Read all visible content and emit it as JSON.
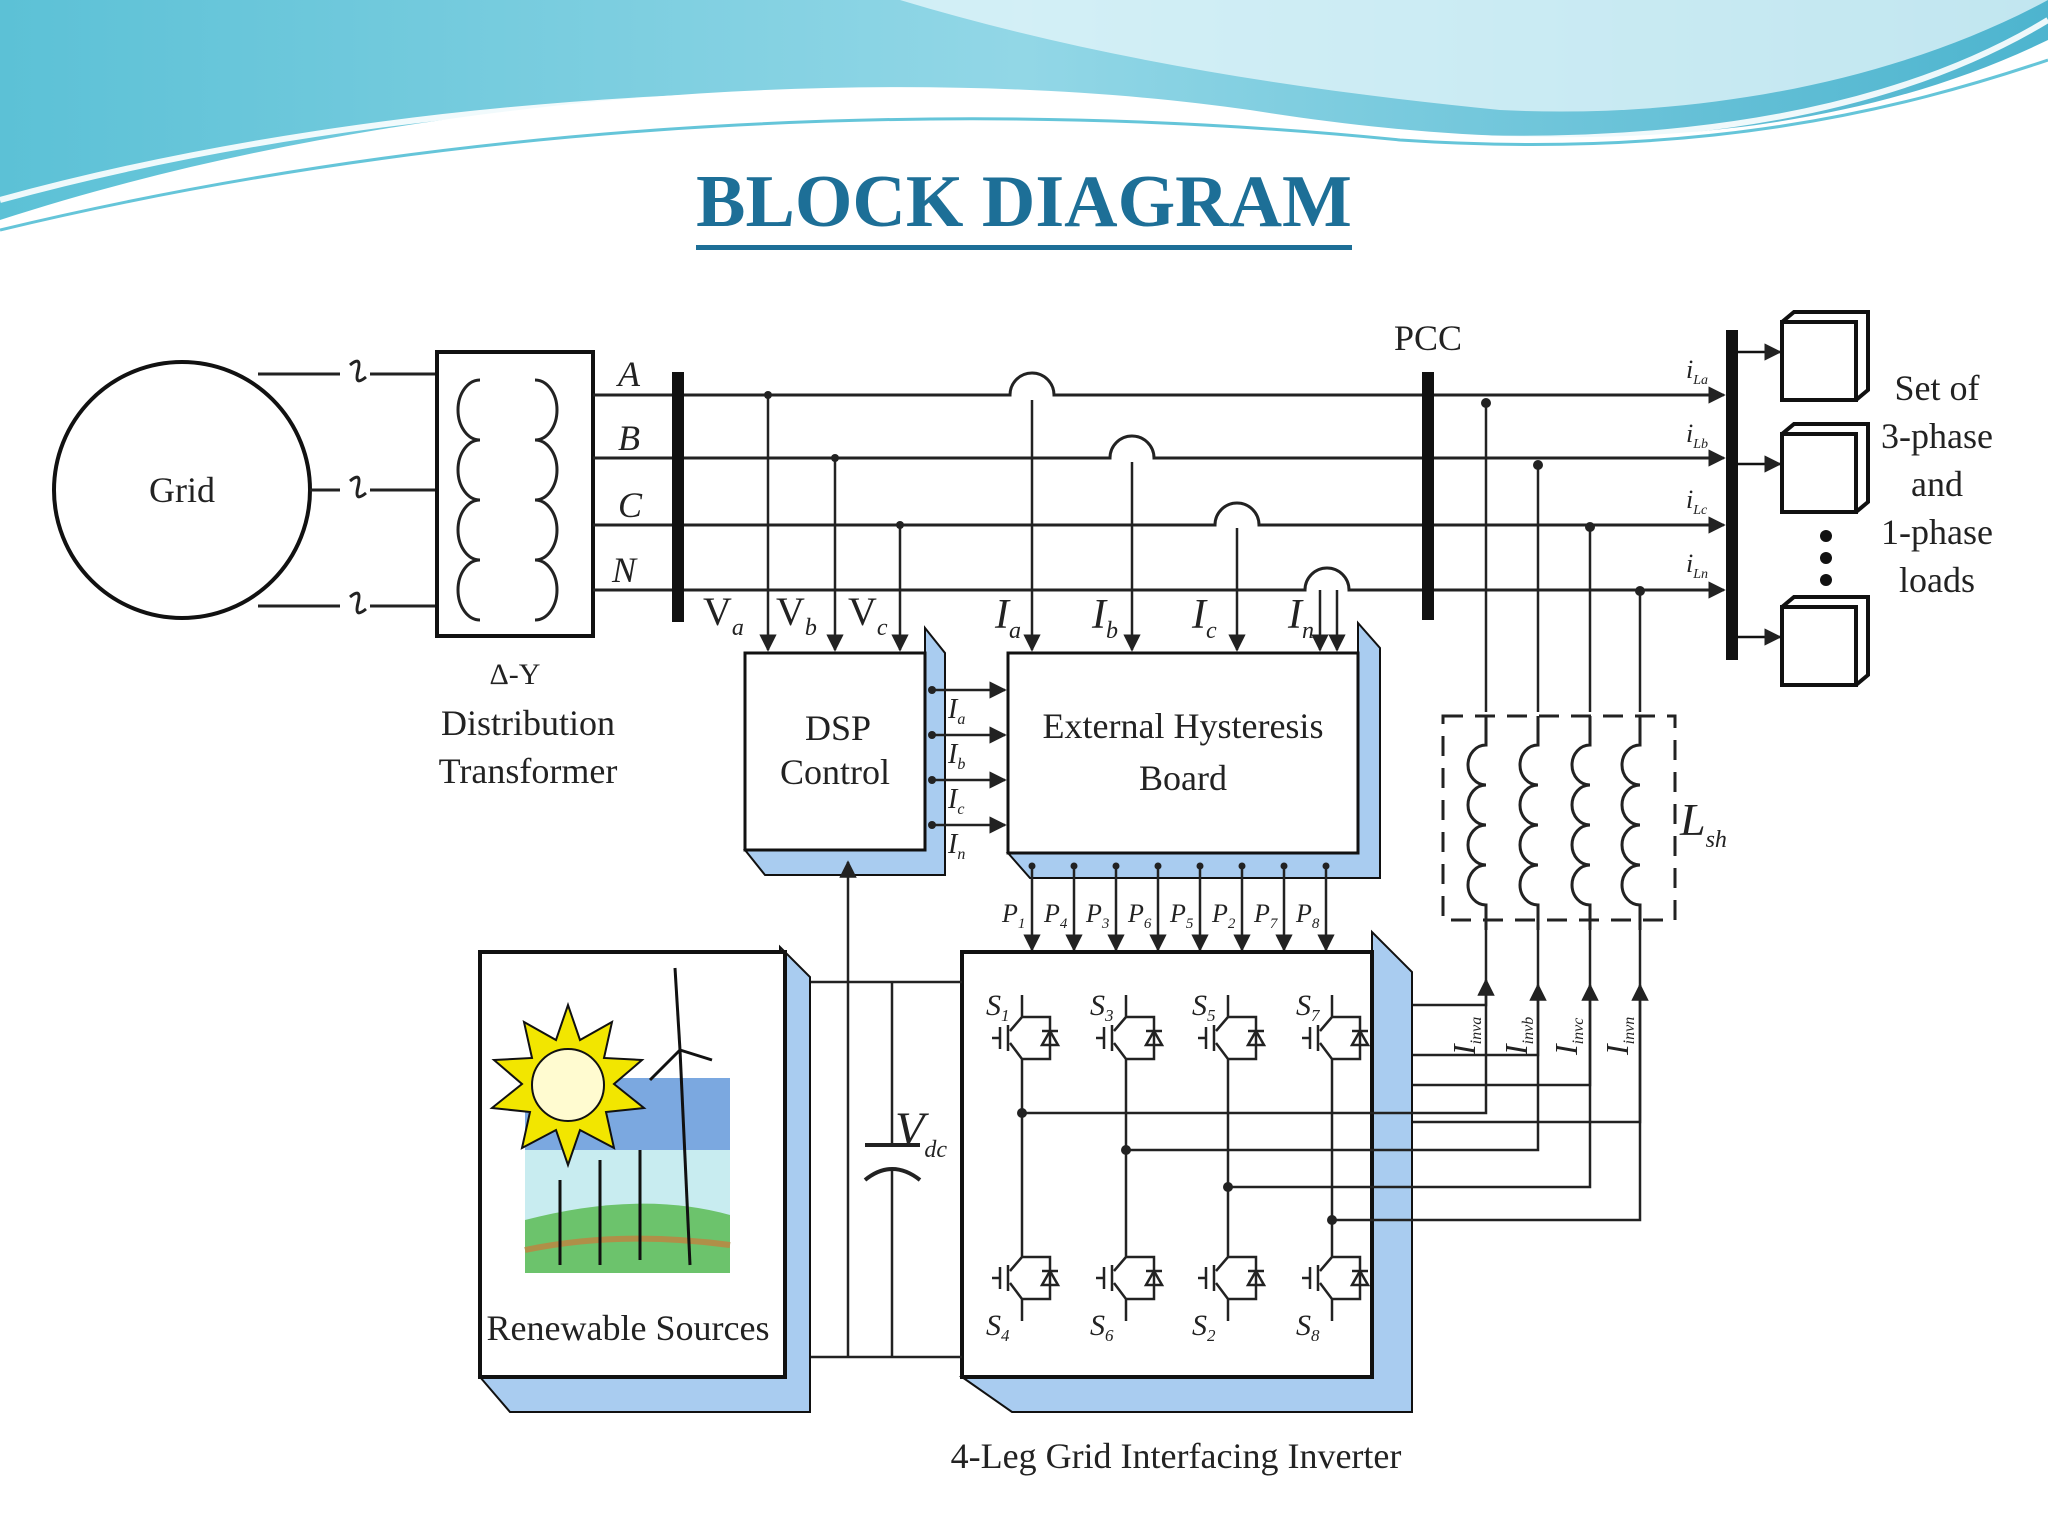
{
  "slide": {
    "title": "BLOCK DIAGRAM"
  },
  "diagram": {
    "grid_label": "Grid",
    "transformer": {
      "symbol": "Δ-Y",
      "label_line1": "Distribution",
      "label_line2": "Transformer"
    },
    "phases": [
      "A",
      "B",
      "C",
      "N"
    ],
    "pcc_label": "PCC",
    "voltage_labels": [
      {
        "main": "V",
        "sub": "a"
      },
      {
        "main": "V",
        "sub": "b"
      },
      {
        "main": "V",
        "sub": "c"
      }
    ],
    "current_labels": [
      {
        "main": "I",
        "sub": "a"
      },
      {
        "main": "I",
        "sub": "b"
      },
      {
        "main": "I",
        "sub": "c"
      },
      {
        "main": "I",
        "sub": "n"
      }
    ],
    "load_currents": [
      {
        "main": "i",
        "sub": "La"
      },
      {
        "main": "i",
        "sub": "Lb"
      },
      {
        "main": "i",
        "sub": "Lc"
      },
      {
        "main": "i",
        "sub": "Ln"
      }
    ],
    "loads_text": [
      "Set of",
      "3-phase",
      "and",
      "1-phase",
      "loads"
    ],
    "dsp": {
      "line1": "DSP",
      "line2": "Control"
    },
    "dsp_outputs": [
      {
        "main": "I",
        "sub": "a"
      },
      {
        "main": "I",
        "sub": "b"
      },
      {
        "main": "I",
        "sub": "c"
      },
      {
        "main": "I",
        "sub": "n"
      }
    ],
    "hysteresis": {
      "line1": "External Hysteresis",
      "line2": "Board"
    },
    "pulses": [
      {
        "main": "P",
        "sub": "1"
      },
      {
        "main": "P",
        "sub": "4"
      },
      {
        "main": "P",
        "sub": "3"
      },
      {
        "main": "P",
        "sub": "6"
      },
      {
        "main": "P",
        "sub": "5"
      },
      {
        "main": "P",
        "sub": "2"
      },
      {
        "main": "P",
        "sub": "7"
      },
      {
        "main": "P",
        "sub": "8"
      }
    ],
    "inductor_label": {
      "main": "L",
      "sub": "sh"
    },
    "inverter_currents": [
      {
        "main": "I",
        "sub": "inva"
      },
      {
        "main": "I",
        "sub": "invb"
      },
      {
        "main": "I",
        "sub": "invc"
      },
      {
        "main": "I",
        "sub": "invn"
      }
    ],
    "switches_top": [
      {
        "main": "S",
        "sub": "1"
      },
      {
        "main": "S",
        "sub": "3"
      },
      {
        "main": "S",
        "sub": "5"
      },
      {
        "main": "S",
        "sub": "7"
      }
    ],
    "switches_bottom": [
      {
        "main": "S",
        "sub": "4"
      },
      {
        "main": "S",
        "sub": "6"
      },
      {
        "main": "S",
        "sub": "2"
      },
      {
        "main": "S",
        "sub": "8"
      }
    ],
    "vdc_label": {
      "main": "V",
      "sub": "dc"
    },
    "renewable_label": "Renewable Sources",
    "inverter_label": "4-Leg Grid Interfacing Inverter"
  },
  "colors": {
    "title": "#1d6f97",
    "wave": "#3fb6cf",
    "block_shadow": "#a9ccf0",
    "sun": "#f2e600"
  }
}
